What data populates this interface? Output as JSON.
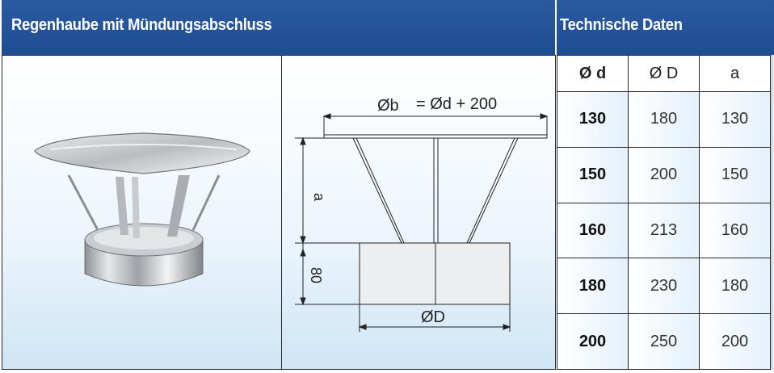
{
  "header": {
    "title": "Regenhaube mit Mündungsabschluss",
    "section_title": "Technische Daten"
  },
  "drawing": {
    "top_formula_left": "Øb",
    "top_formula_right": "= Ød + 200",
    "dim_a": "a",
    "dim_80": "80",
    "dim_D": "ØD"
  },
  "table": {
    "headers": [
      "Ø d",
      "Ø D",
      "a"
    ],
    "rows": [
      [
        "130",
        "180",
        "130"
      ],
      [
        "150",
        "200",
        "150"
      ],
      [
        "160",
        "213",
        "160"
      ],
      [
        "180",
        "230",
        "180"
      ],
      [
        "200",
        "250",
        "200"
      ]
    ]
  },
  "colors": {
    "header_blue": "#1e4d93",
    "panel_gradient_bottom": "#cfe6f6"
  }
}
